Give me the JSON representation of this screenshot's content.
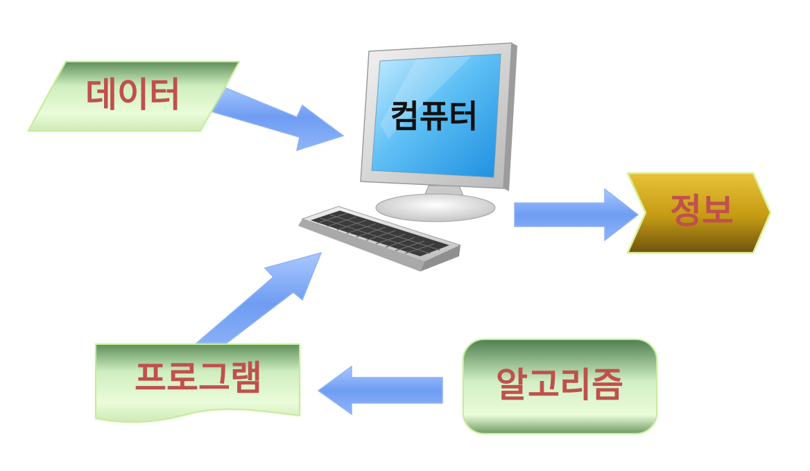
{
  "nodes": {
    "data": "데이터",
    "computer": "컴퓨터",
    "information": "정보",
    "program": "프로그램",
    "algorithm": "알고리즘"
  },
  "colors": {
    "label_text": "#c0504d",
    "arrow_fill": "#7da7f5",
    "shape_green_light": "#e9fbd6",
    "shape_green_dark": "#5a8a5a",
    "shape_gold": "#c79a10"
  }
}
